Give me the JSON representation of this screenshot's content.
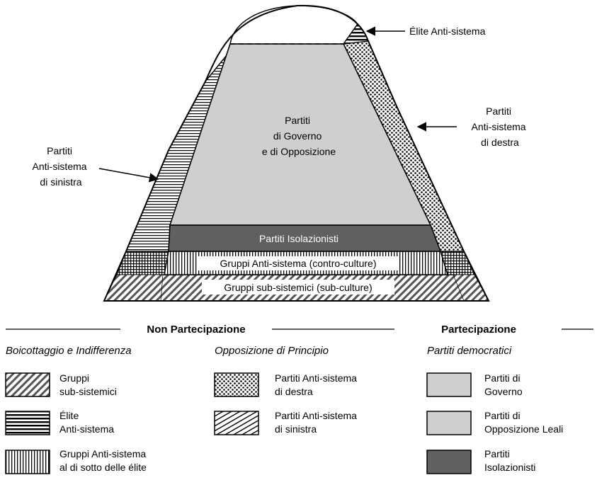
{
  "pyramid": {
    "top_label": "Élite Anti-sistema",
    "right_label": [
      "Partiti",
      "Anti-sistema",
      "di destra"
    ],
    "left_label": [
      "Partiti",
      "Anti-sistema",
      "di sinistra"
    ],
    "center_label": [
      "Partiti",
      "di Governo",
      "e di Opposizione"
    ],
    "band_isolazionisti": "Partiti Isolazionisti",
    "band_controculture": "Gruppi Anti-sistema (contro-culture)",
    "band_subculture": "Gruppi sub-sistemici (sub-culture)"
  },
  "legend": {
    "heading_non": "Non Partecipazione",
    "heading_part": "Partecipazione",
    "col1_title": "Boicottaggio e Indifferenza",
    "col2_title": "Opposizione di Principio",
    "col3_title": "Partiti democratici",
    "items": [
      {
        "lines": [
          "Gruppi",
          "sub-sistemici"
        ],
        "pattern": "diag"
      },
      {
        "lines": [
          "Élite",
          "Anti-sistema"
        ],
        "pattern": "hstripe"
      },
      {
        "lines": [
          "Gruppi Anti-sistema",
          "al di sotto delle élite"
        ],
        "pattern": "vstripe"
      },
      {
        "lines": [
          "Partiti Anti-sistema",
          "di destra"
        ],
        "pattern": "dots"
      },
      {
        "lines": [
          "Partiti Anti-sistema",
          "di sinistra"
        ],
        "pattern": "hatch-left"
      },
      {
        "lines": [
          "Partiti di",
          "Governo"
        ],
        "pattern": "light-gray"
      },
      {
        "lines": [
          "Partiti di",
          "Opposizione Leali"
        ],
        "pattern": "light-gray"
      },
      {
        "lines": [
          "Partiti",
          "Isolazionisti"
        ],
        "pattern": "dark-gray"
      }
    ]
  },
  "colors": {
    "light_gray": "#cfcfcf",
    "dark_gray": "#606060",
    "ink": "#000000"
  }
}
